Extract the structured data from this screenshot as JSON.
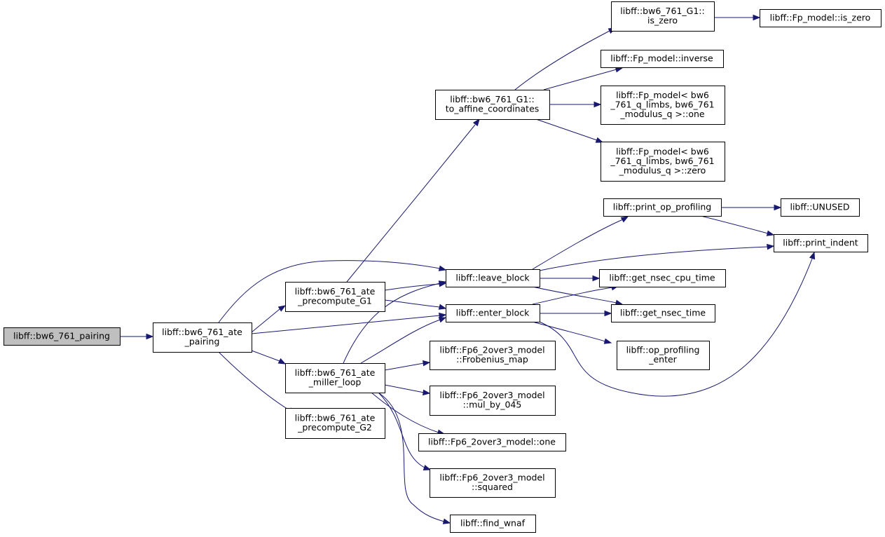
{
  "diagram": {
    "type": "call-graph",
    "colors": {
      "edge": "#191970",
      "node_border": "#000000",
      "root_fill": "#bfbfbf",
      "node_fill": "#ffffff"
    },
    "nodes": [
      {
        "id": "pairing",
        "root": true,
        "lines": [
          "libff::bw6_761_pairing"
        ]
      },
      {
        "id": "ate_pairing",
        "lines": [
          "libff::bw6_761_ate",
          "_pairing"
        ]
      },
      {
        "id": "precompute_g1",
        "lines": [
          "libff::bw6_761_ate",
          "_precompute_G1"
        ]
      },
      {
        "id": "miller_loop",
        "lines": [
          "libff::bw6_761_ate",
          "_miller_loop"
        ]
      },
      {
        "id": "precompute_g2",
        "lines": [
          "libff::bw6_761_ate",
          "_precompute_G2"
        ]
      },
      {
        "id": "to_affine",
        "lines": [
          "libff::bw6_761_G1::",
          "to_affine_coordinates"
        ]
      },
      {
        "id": "leave_block",
        "lines": [
          "libff::leave_block"
        ]
      },
      {
        "id": "enter_block",
        "lines": [
          "libff::enter_block"
        ]
      },
      {
        "id": "frobenius_map",
        "lines": [
          "libff::Fp6_2over3_model",
          "::Frobenius_map"
        ]
      },
      {
        "id": "mul_by_045",
        "lines": [
          "libff::Fp6_2over3_model",
          "::mul_by_045"
        ]
      },
      {
        "id": "fp6_one",
        "lines": [
          "libff::Fp6_2over3_model::one"
        ]
      },
      {
        "id": "squared",
        "lines": [
          "libff::Fp6_2over3_model",
          "::squared"
        ]
      },
      {
        "id": "find_wnaf",
        "lines": [
          "libff::find_wnaf"
        ]
      },
      {
        "id": "g1_is_zero",
        "lines": [
          "libff::bw6_761_G1::",
          "is_zero"
        ]
      },
      {
        "id": "fp_inverse",
        "lines": [
          "libff::Fp_model::inverse"
        ]
      },
      {
        "id": "fp_one",
        "lines": [
          "libff::Fp_model< bw6",
          "_761_q_limbs, bw6_761",
          "_modulus_q >::one"
        ]
      },
      {
        "id": "fp_zero",
        "lines": [
          "libff::Fp_model< bw6",
          "_761_q_limbs, bw6_761",
          "_modulus_q >::zero"
        ]
      },
      {
        "id": "print_op_profiling",
        "lines": [
          "libff::print_op_profiling"
        ]
      },
      {
        "id": "get_nsec_cpu_time",
        "lines": [
          "libff::get_nsec_cpu_time"
        ]
      },
      {
        "id": "get_nsec_time",
        "lines": [
          "libff::get_nsec_time"
        ]
      },
      {
        "id": "op_profiling_enter",
        "lines": [
          "libff::op_profiling",
          "_enter"
        ]
      },
      {
        "id": "fp_model_is_zero",
        "lines": [
          "libff::Fp_model::is_zero"
        ]
      },
      {
        "id": "unused",
        "lines": [
          "libff::UNUSED"
        ]
      },
      {
        "id": "print_indent",
        "lines": [
          "libff::print_indent"
        ]
      }
    ],
    "edges": [
      {
        "from": "pairing",
        "to": "ate_pairing"
      },
      {
        "from": "ate_pairing",
        "to": "precompute_g1"
      },
      {
        "from": "ate_pairing",
        "to": "leave_block"
      },
      {
        "from": "ate_pairing",
        "to": "enter_block"
      },
      {
        "from": "ate_pairing",
        "to": "miller_loop"
      },
      {
        "from": "ate_pairing",
        "to": "precompute_g2"
      },
      {
        "from": "precompute_g1",
        "to": "to_affine"
      },
      {
        "from": "precompute_g1",
        "to": "leave_block"
      },
      {
        "from": "precompute_g1",
        "to": "enter_block"
      },
      {
        "from": "to_affine",
        "to": "g1_is_zero"
      },
      {
        "from": "to_affine",
        "to": "fp_inverse"
      },
      {
        "from": "to_affine",
        "to": "fp_one"
      },
      {
        "from": "to_affine",
        "to": "fp_zero"
      },
      {
        "from": "g1_is_zero",
        "to": "fp_model_is_zero"
      },
      {
        "from": "leave_block",
        "to": "print_op_profiling"
      },
      {
        "from": "leave_block",
        "to": "print_indent"
      },
      {
        "from": "leave_block",
        "to": "get_nsec_cpu_time"
      },
      {
        "from": "leave_block",
        "to": "get_nsec_time"
      },
      {
        "from": "enter_block",
        "to": "get_nsec_cpu_time"
      },
      {
        "from": "enter_block",
        "to": "get_nsec_time"
      },
      {
        "from": "enter_block",
        "to": "op_profiling_enter"
      },
      {
        "from": "enter_block",
        "to": "print_indent"
      },
      {
        "from": "print_op_profiling",
        "to": "unused"
      },
      {
        "from": "print_op_profiling",
        "to": "print_indent"
      },
      {
        "from": "miller_loop",
        "to": "leave_block"
      },
      {
        "from": "miller_loop",
        "to": "enter_block"
      },
      {
        "from": "miller_loop",
        "to": "frobenius_map"
      },
      {
        "from": "miller_loop",
        "to": "mul_by_045"
      },
      {
        "from": "miller_loop",
        "to": "fp6_one"
      },
      {
        "from": "miller_loop",
        "to": "squared"
      },
      {
        "from": "miller_loop",
        "to": "find_wnaf"
      }
    ]
  }
}
